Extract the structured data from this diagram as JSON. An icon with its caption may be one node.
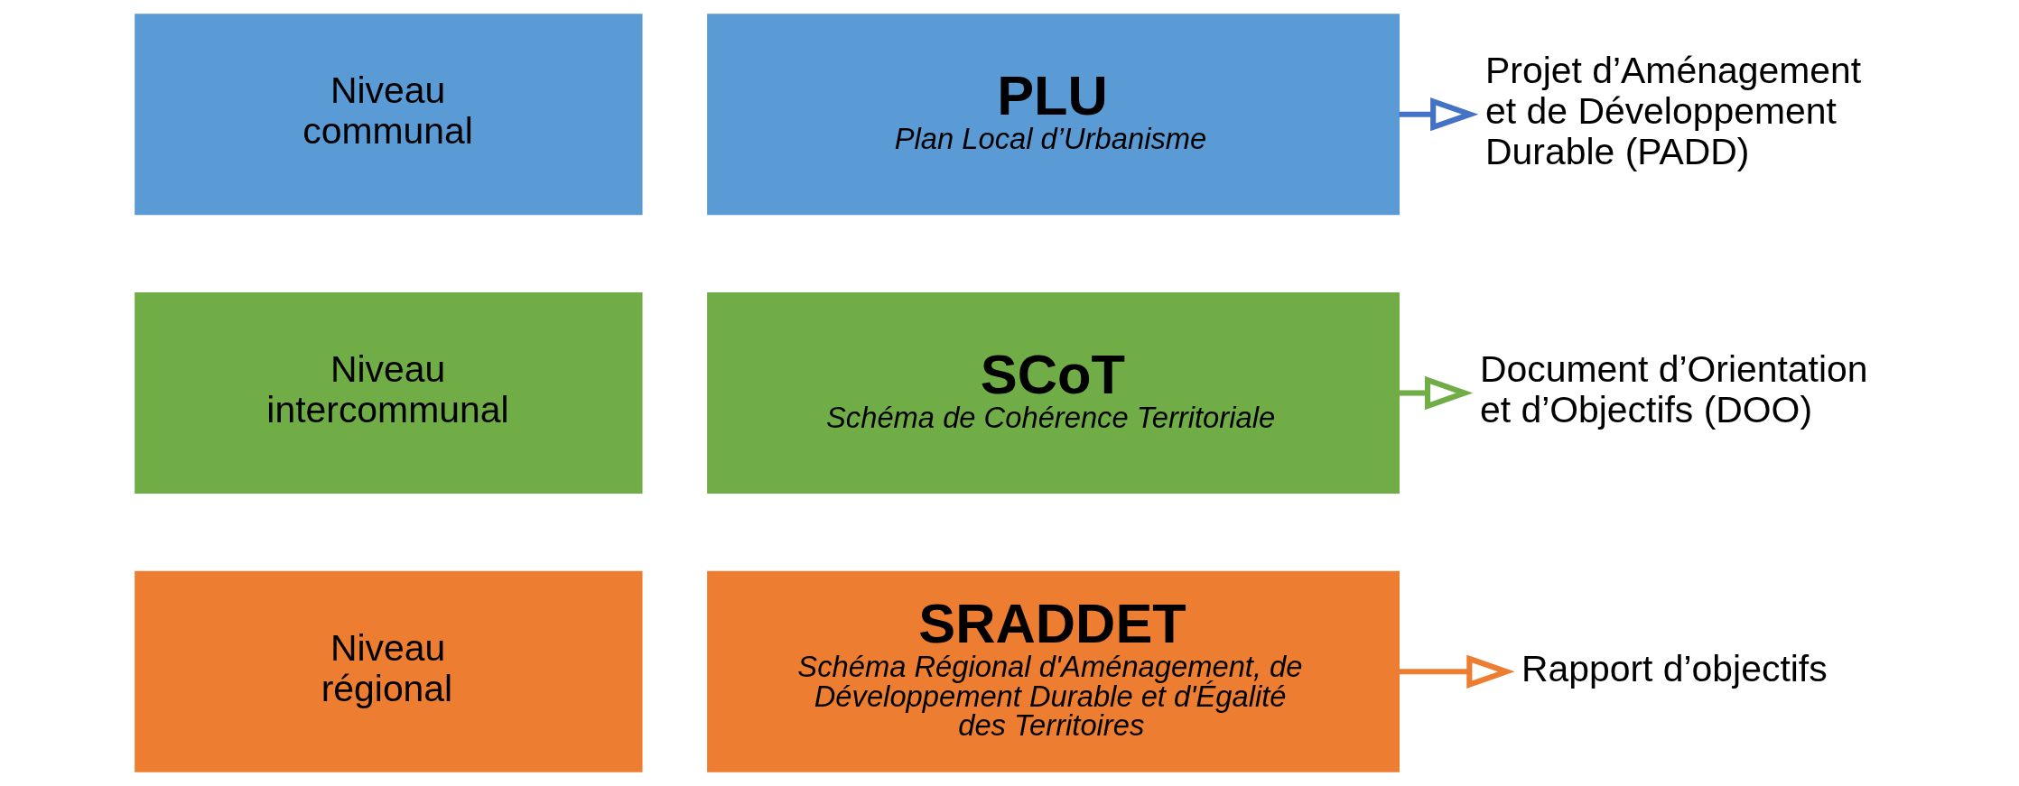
{
  "diagram": {
    "nodes": [
      {
        "text": [
          "Niveau régional"
        ]
      },
      {
        "text": [
          "SRADDET",
          "Schéma Régional d'Aménagement, de Développement Durable et d'Égalité des Territoires"
        ]
      },
      {
        "text": [
          "Rapport d’objectifs"
        ]
      },
      {
        "text": [
          "Niveau intercommunal"
        ]
      },
      {
        "text": [
          "SCoT",
          "Schéma de Cohérence Territoriale"
        ]
      },
      {
        "text": [
          "Document d’Orientation et d’Objectifs (DOO)"
        ]
      },
      {
        "text": [
          "Niveau communal"
        ]
      },
      {
        "text": [
          "PLU",
          "Plan Local d’Urbanisme"
        ]
      },
      {
        "text": [
          "Projet d’Aménagement et de Développement Durable (PADD)"
        ]
      }
    ],
    "edges": [
      {
        "from": 1,
        "to": 2,
        "arrow": "to",
        "color": "#ed7d31"
      },
      {
        "from": 4,
        "to": 5,
        "arrow": "to",
        "color": "#70ad47"
      },
      {
        "from": 7,
        "to": 8,
        "arrow": "to",
        "color": "#4472c4"
      }
    ]
  }
}
